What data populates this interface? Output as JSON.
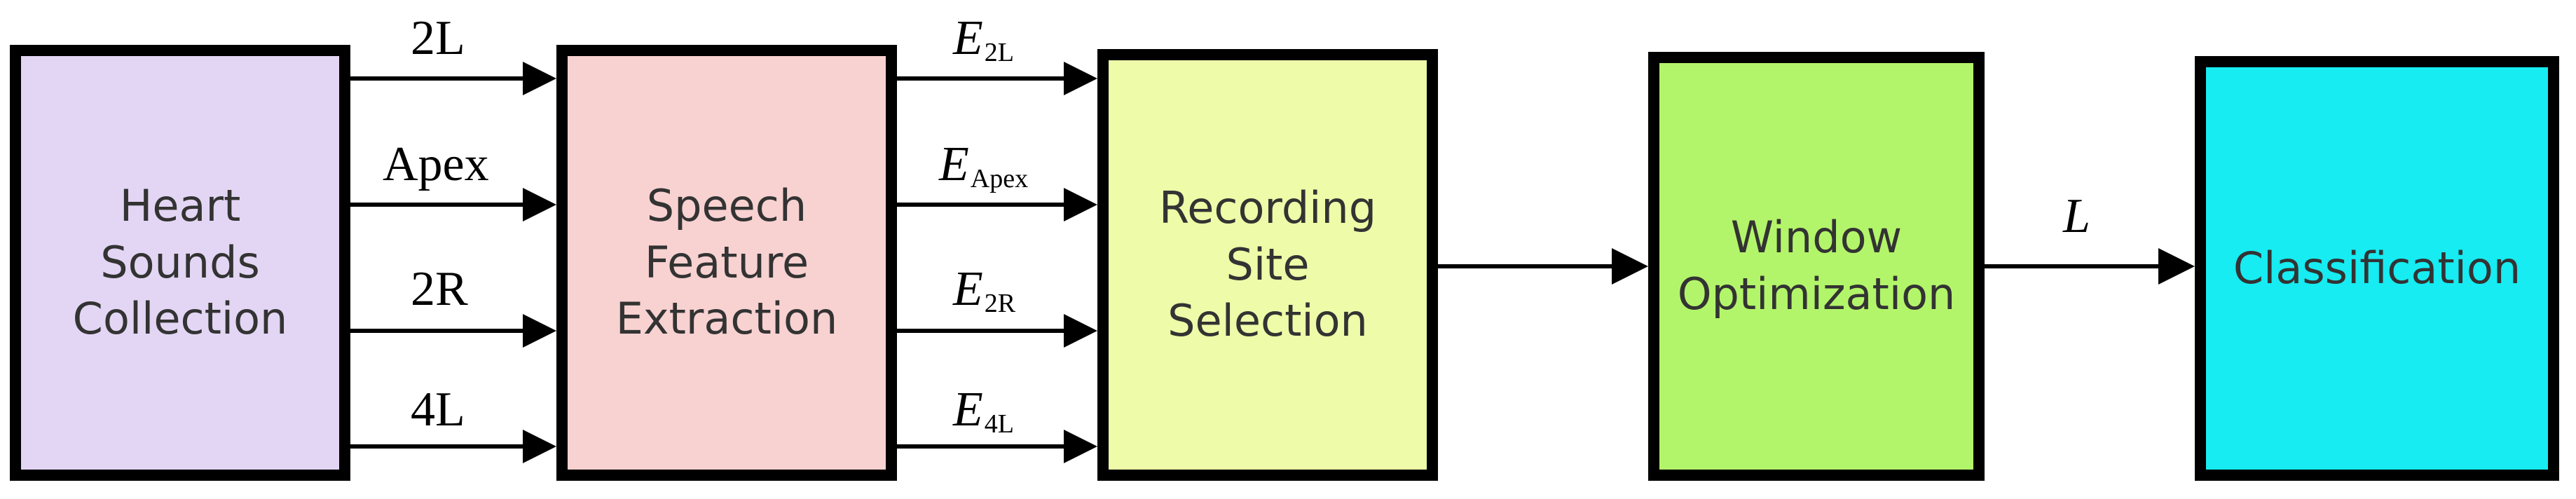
{
  "colors": {
    "heart": "#e3d6f4",
    "speech": "#f8d1d1",
    "recording": "#eefba8",
    "window": "#b3f56a",
    "classification": "#16ecf1",
    "line": "#000000"
  },
  "blocks": {
    "heart_sounds": "Heart\nSounds\nCollection",
    "speech_feature": "Speech\nFeature\nExtraction",
    "recording_site": "Recording\nSite\nSelection",
    "window_opt": "Window\nOptimization",
    "classification": "Classification"
  },
  "inputs": [
    "2L",
    "Apex",
    "2R",
    "4L"
  ],
  "features": [
    {
      "symbol": "E",
      "sub": "2L"
    },
    {
      "symbol": "E",
      "sub": "Apex"
    },
    {
      "symbol": "E",
      "sub": "2R"
    },
    {
      "symbol": "E",
      "sub": "4L"
    }
  ],
  "window_output": "L"
}
